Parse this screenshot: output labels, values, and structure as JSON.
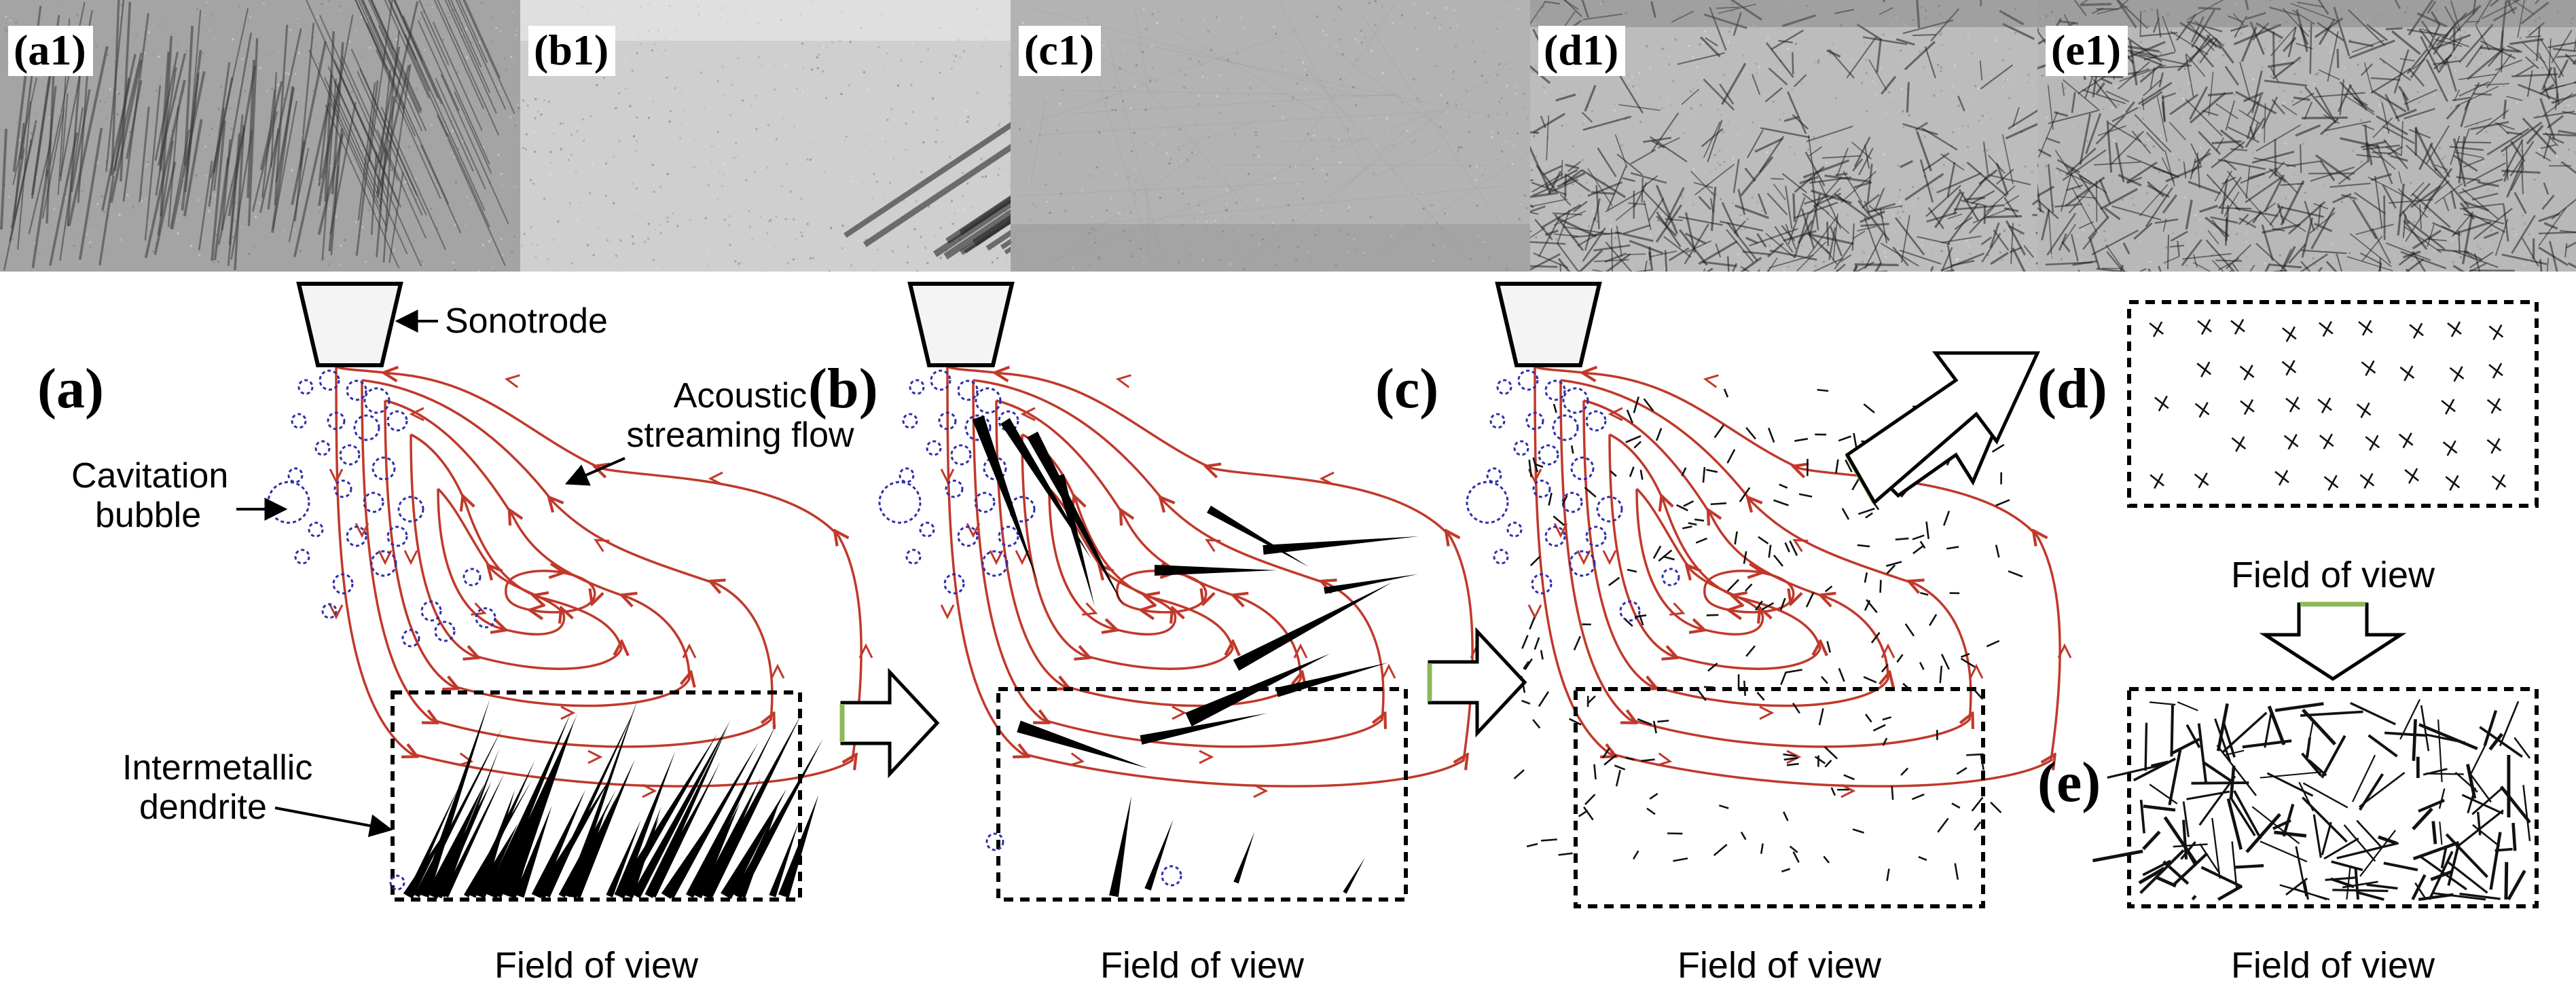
{
  "micrographs": [
    {
      "label": "(a1)",
      "tone": "#a4a4a4",
      "texture": "dendrites"
    },
    {
      "label": "(b1)",
      "tone": "#cfcfcf",
      "texture": "few-dendrites"
    },
    {
      "label": "(c1)",
      "tone": "#b3b3b3",
      "texture": "smooth"
    },
    {
      "label": "(d1)",
      "tone": "#bcbcbc",
      "texture": "fragments"
    },
    {
      "label": "(e1)",
      "tone": "#b8b8b8",
      "texture": "dense-fragments"
    }
  ],
  "panels": [
    {
      "letter": "(a)",
      "fov_label": "Field of view"
    },
    {
      "letter": "(b)",
      "fov_label": "Field of view"
    },
    {
      "letter": "(c)",
      "fov_label": "Field of view"
    },
    {
      "letter": "(d)",
      "fov_label": "Field of view"
    },
    {
      "letter": "(e)",
      "fov_label": "Field of view"
    }
  ],
  "annotations": {
    "sonotrode": "Sonotrode",
    "streaming_line1": "Acoustic",
    "streaming_line2": "streaming flow",
    "bubble_line1": "Cavitation",
    "bubble_line2": "bubble",
    "dendrite_line1": "Intermetallic",
    "dendrite_line2": "dendrite"
  },
  "colors": {
    "flow": "#c0392b",
    "bubble": "#2e2ea8",
    "dendrite": "#000000",
    "arrow_accent": "#8db85a"
  }
}
